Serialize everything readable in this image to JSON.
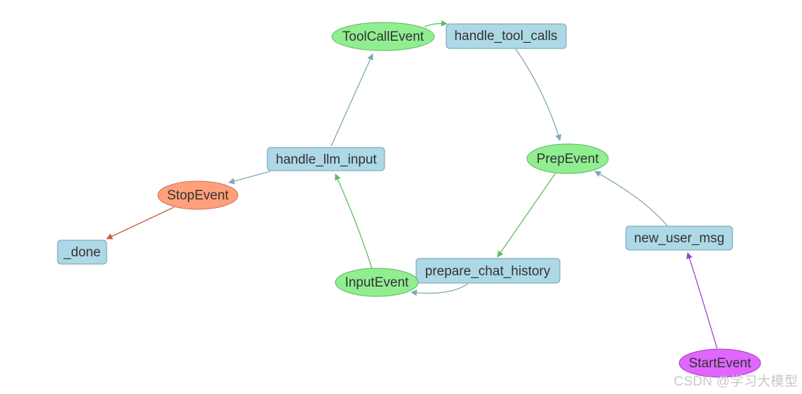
{
  "colors": {
    "step_fill": "#add8e6",
    "step_stroke": "#6f9fb1",
    "event_fill": "#90ee90",
    "event_stroke": "#5cb85c",
    "stop_fill": "#ffa07a",
    "stop_stroke": "#d07050",
    "start_fill": "#e066ff",
    "start_stroke": "#a040c0",
    "edge_blue": "#7fa7b7",
    "edge_green": "#5cbf5c",
    "edge_orange": "#c8603a",
    "edge_purple": "#a040d0"
  },
  "nodes": {
    "tool_call_event": "ToolCallEvent",
    "handle_tool_calls": "handle_tool_calls",
    "handle_llm_input": "handle_llm_input",
    "prep_event": "PrepEvent",
    "stop_event": "StopEvent",
    "new_user_msg": "new_user_msg",
    "done": "_done",
    "prepare_chat_history": "prepare_chat_history",
    "input_event": "InputEvent",
    "start_event": "StartEvent"
  },
  "watermark": "CSDN @学习大模型"
}
